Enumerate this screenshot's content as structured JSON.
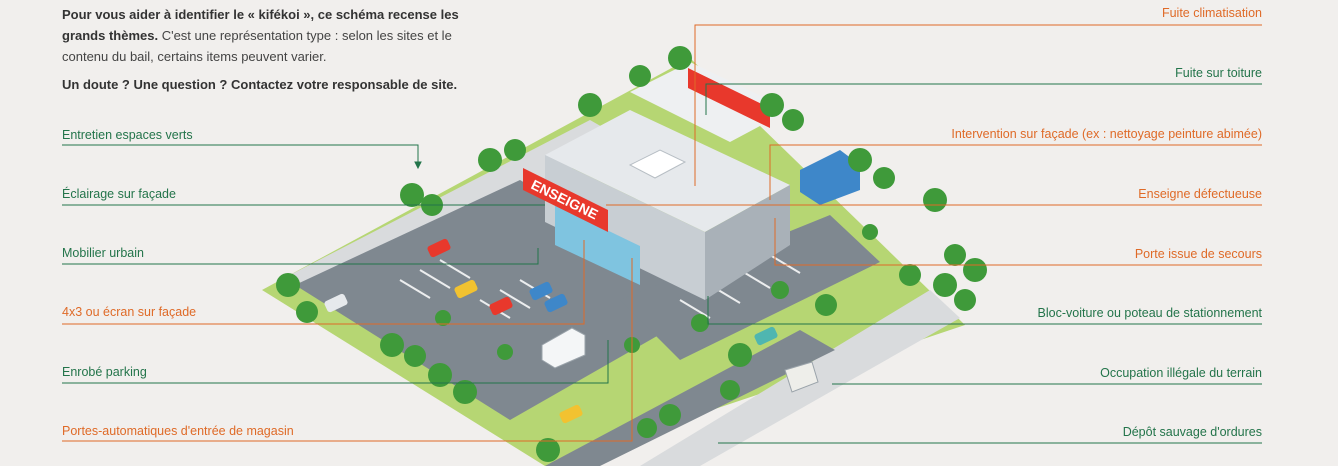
{
  "intro": {
    "p1_bold": "Pour vous aider à identifier le « kifékoi », ce schéma recense les grands thèmes.",
    "p1_rest": " C'est une représentation type : selon les sites et le contenu du bail, certains items peuvent varier.",
    "p2": "Un doute ?  Une question ? Contactez votre responsable de site."
  },
  "sign_text": "ENSEIGNE",
  "colors": {
    "green": "#23744a",
    "orange": "#df6a27",
    "background": "#f1efed"
  },
  "labels_left": [
    {
      "text": "Entretien espaces verts",
      "color": "green"
    },
    {
      "text": "Éclairage sur façade",
      "color": "green"
    },
    {
      "text": "Mobilier urbain",
      "color": "green"
    },
    {
      "text": "4x3 ou écran sur façade",
      "color": "orange"
    },
    {
      "text": "Enrobé parking",
      "color": "green"
    },
    {
      "text": "Portes-automatiques d'entrée de magasin",
      "color": "orange"
    }
  ],
  "labels_right": [
    {
      "text": "Fuite climatisation",
      "color": "orange"
    },
    {
      "text": "Fuite sur toiture",
      "color": "green"
    },
    {
      "text": "Intervention sur façade (ex : nettoyage peinture abimée)",
      "color": "orange"
    },
    {
      "text": "Enseigne défectueuse",
      "color": "orange"
    },
    {
      "text": "Porte issue de secours",
      "color": "orange"
    },
    {
      "text": "Bloc-voiture ou poteau de stationnement",
      "color": "green"
    },
    {
      "text": "Occupation illégale du terrain",
      "color": "green"
    },
    {
      "text": "Dépôt sauvage d'ordures",
      "color": "green"
    }
  ]
}
